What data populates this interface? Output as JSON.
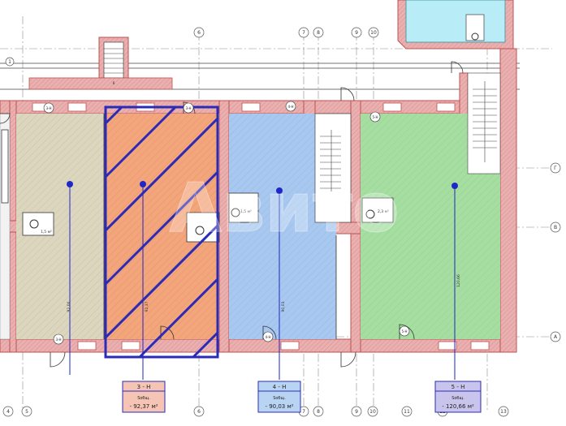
{
  "axes": {
    "top": [
      "6",
      "7",
      "8",
      "9",
      "10"
    ],
    "bottom": [
      "4",
      "5",
      "6",
      "7",
      "8",
      "9",
      "10",
      "11",
      "12",
      "13"
    ],
    "right": [
      "Г",
      "В",
      "А"
    ],
    "left_top": "1"
  },
  "bubbles": [
    "3-H",
    "5-H",
    "3-H",
    "3-H",
    "4-H",
    "4-H",
    "5-H"
  ],
  "units": [
    {
      "code": "3 - H",
      "area_label": "Sобщ.",
      "area": "- 92,37 м²",
      "color": "#f5c4b4"
    },
    {
      "code": "4 - H",
      "area_label": "Sобщ.",
      "area": "- 90,03 м²",
      "color": "#b9d4f2"
    },
    {
      "code": "5 - H",
      "area_label": "Sобщ.",
      "area": "- 120,66 м²",
      "color": "#c9c4ec"
    }
  ],
  "room_marks": {
    "left": "92,00",
    "orange": "92,37",
    "blue": "90,03",
    "green": "120,66",
    "wc_left": "1,5 м²",
    "wc_blue": "1,5 м²",
    "wc_green": "2,3 м²",
    "stair_top": "6"
  },
  "colors": {
    "wall": "#e8a6a6",
    "wall_stroke": "#c05050",
    "tan": "#ddd6bf",
    "orange": "#f3a57b",
    "blue": "#a8c8f0",
    "green": "#a6dea2",
    "cyan": "#b8ecf6",
    "hatch": "#2b2bb8",
    "marker": "#1f27c9",
    "grid": "#8a8a8a"
  },
  "watermark": "Авито"
}
